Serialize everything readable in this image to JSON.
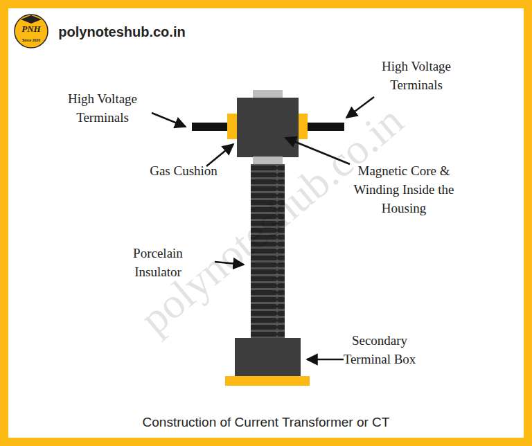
{
  "diagram": {
    "caption": "Construction of Current Transformer or CT",
    "labels": [
      "PNH",
      "Since 2020",
      "polynoteshub.co.in",
      "High Voltage Terminals",
      "High Voltage Terminals",
      "Gas Cushion",
      "Magnetic Core & Winding Inside the Housing",
      "Porcelain Insulator",
      "Secondary Terminal Box",
      "polynoteshub.co.in"
    ]
  }
}
